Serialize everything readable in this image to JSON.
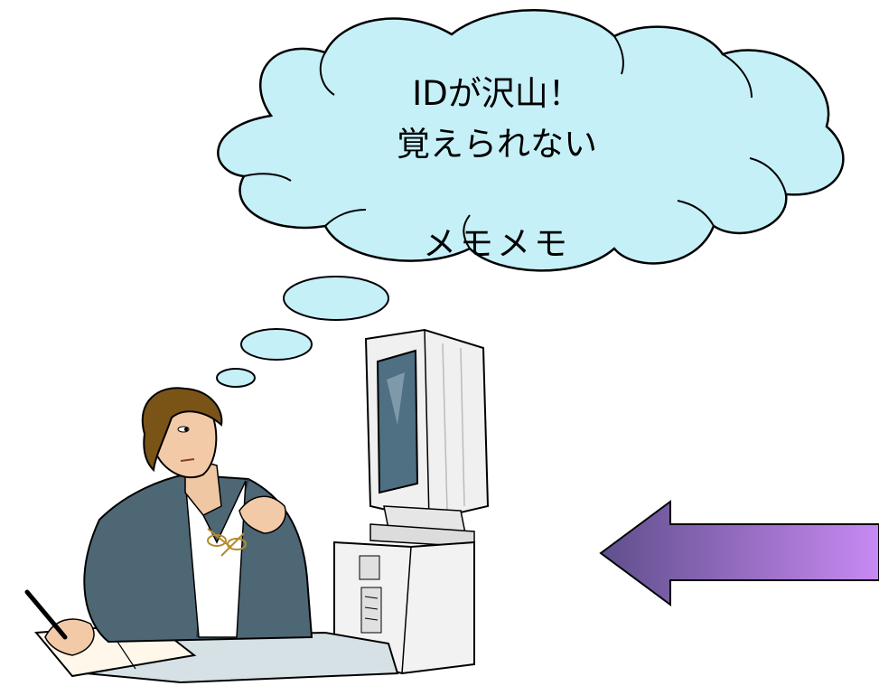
{
  "thought_bubble": {
    "line1": "IDが沢山！",
    "line2": "覚えられない",
    "line3": "メモメモ",
    "fill_color": "#c6f0f8",
    "outline_color": "#000000"
  },
  "arrow": {
    "direction": "left",
    "gradient_from": "#5f4f8c",
    "gradient_to": "#c889f3"
  },
  "figure": {
    "subject": "woman-at-desk",
    "suit_color": "#4e6774",
    "hair_color": "#7a5417"
  },
  "computer": {
    "body_color": "#f0f0f0",
    "screen_color": "#4f6f82"
  }
}
